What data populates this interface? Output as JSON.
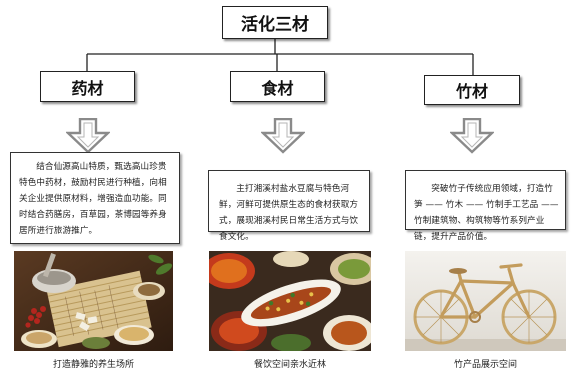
{
  "title": "活化三材",
  "categories": [
    {
      "label": "药材",
      "description": "结合仙源高山特质，甄选高山珍贵特色中药材，鼓励村民进行种植，向相关企业提供原材料，增强造血功能。同时结合药膳房，百草园，茶博园等养身居所进行旅游推广。",
      "caption": "打造静雅的养生场所"
    },
    {
      "label": "食材",
      "description": "主打湘溪村盐水豆腐与特色河鲜，河鲜可提供原生态的食材获取方式，展现湘溪村民日常生活方式与饮食文化。",
      "caption": "餐饮空间亲水近林"
    },
    {
      "label": "竹材",
      "description": "突破竹子传统应用领域，打造竹笋 —— 竹木 —— 竹制手工艺品 —— 竹制建筑物、构筑物等竹系列产业链，提升产品价值。",
      "caption": "竹产品展示空间"
    }
  ],
  "colors": {
    "arrow_fill": "#ffffff",
    "arrow_stroke": "#8a8a8a",
    "line": "#222222",
    "bamboo": "#c9a76a"
  }
}
